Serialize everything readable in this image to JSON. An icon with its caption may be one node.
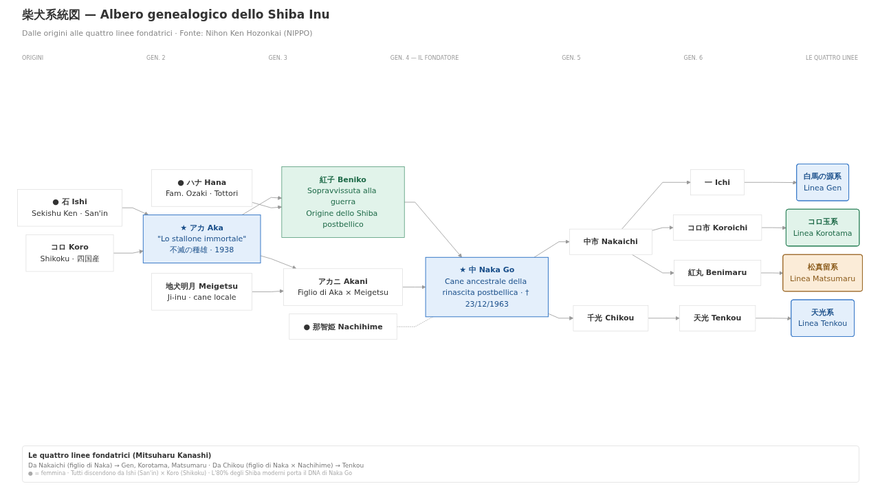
{
  "diagram": {
    "title": "柴犬系統図 — Albero genealogico dello Shiba Inu",
    "nodes": [
      {
        "text": [
          "● 石 Ishi",
          "Sekishu Ken · San'in"
        ]
      },
      {
        "text": [
          "コロ Koro",
          "Shikoku · 四国産"
        ]
      },
      {
        "text": [
          "● ハナ Hana",
          "Fam. Ozaki · Tottori"
        ]
      },
      {
        "text": [
          "地犬明月 Meigetsu",
          "Ji-inu · cane locale"
        ]
      },
      {
        "text": [
          "● 那智姫 Nachihime"
        ]
      },
      {
        "text": [
          "★ アカ Aka",
          "\"Lo stallone immortale\"",
          "不滅の種雄 · 1938"
        ]
      },
      {
        "text": [
          "紅子 Beniko",
          "Sopravvissuta alla guerra",
          "Origine dello Shiba postbellico"
        ]
      },
      {
        "text": [
          "アカニ Akani",
          "Figlio di Aka × Meigetsu"
        ]
      },
      {
        "text": [
          "★ 中 Naka Go",
          "Cane ancestrale della rinascita postbellica · † 23/12/1963"
        ]
      },
      {
        "text": [
          "中市 Nakaichi"
        ]
      },
      {
        "text": [
          "千光 Chikou"
        ]
      },
      {
        "text": [
          "一 Ichi"
        ]
      },
      {
        "text": [
          "コロ市 Koroichi"
        ]
      },
      {
        "text": [
          "紅丸 Benimaru"
        ]
      },
      {
        "text": [
          "天光 Tenkou"
        ]
      },
      {
        "text": [
          "白馬の源系",
          "Linea Gen"
        ]
      },
      {
        "text": [
          "コロ玉系",
          "Linea Korotama"
        ]
      },
      {
        "text": [
          "松真留系",
          "Linea Matsumaru"
        ]
      },
      {
        "text": [
          "天光系",
          "Linea Tenkou"
        ]
      }
    ],
    "edges": [
      {
        "from": 0,
        "to": 5,
        "arrow": "to"
      },
      {
        "from": 1,
        "to": 5,
        "arrow": "to"
      },
      {
        "from": 5,
        "to": 6,
        "arrow": "to"
      },
      {
        "from": 2,
        "to": 6,
        "arrow": "to"
      },
      {
        "from": 5,
        "to": 7,
        "arrow": "to"
      },
      {
        "from": 3,
        "to": 7,
        "arrow": "to"
      },
      {
        "from": 6,
        "to": 8,
        "arrow": "to"
      },
      {
        "from": 7,
        "to": 8,
        "arrow": "to"
      },
      {
        "from": 4,
        "to": 8,
        "arrow": "none",
        "style": "dashed"
      },
      {
        "from": 8,
        "to": 9,
        "arrow": "to"
      },
      {
        "from": 8,
        "to": 10,
        "arrow": "to"
      },
      {
        "from": 9,
        "to": 11,
        "arrow": "to"
      },
      {
        "from": 9,
        "to": 12,
        "arrow": "to"
      },
      {
        "from": 9,
        "to": 13,
        "arrow": "to"
      },
      {
        "from": 10,
        "to": 14,
        "arrow": "to"
      },
      {
        "from": 11,
        "to": 15,
        "arrow": "to"
      },
      {
        "from": 12,
        "to": 16,
        "arrow": "to"
      },
      {
        "from": 13,
        "to": 17,
        "arrow": "to"
      },
      {
        "from": 14,
        "to": 18,
        "arrow": "to"
      }
    ],
    "labels": [
      "Dalle origini alle quattro linee fondatrici · Fonte: Nihon Ken Hozonkai (NIPPO)",
      "ORIGINI",
      "GEN. 2",
      "GEN. 3",
      "GEN. 4 — IL FONDATORE",
      "GEN. 5",
      "GEN. 6",
      "LE QUATTRO LINEE",
      "Le quattro linee fondatrici (Mitsuharu Kanashi)",
      "Da Nakaichi (figlio di Naka) → Gen, Korotama, Matsumaru · Da Chikou (figlio di Naka × Nachihime) → Tenkou",
      "● = femmina · Tutti discendono da Ishi (San'in) × Koro (Shikoku) · L'80% degli Shiba moderni porta il DNA di Naka Go"
    ]
  }
}
